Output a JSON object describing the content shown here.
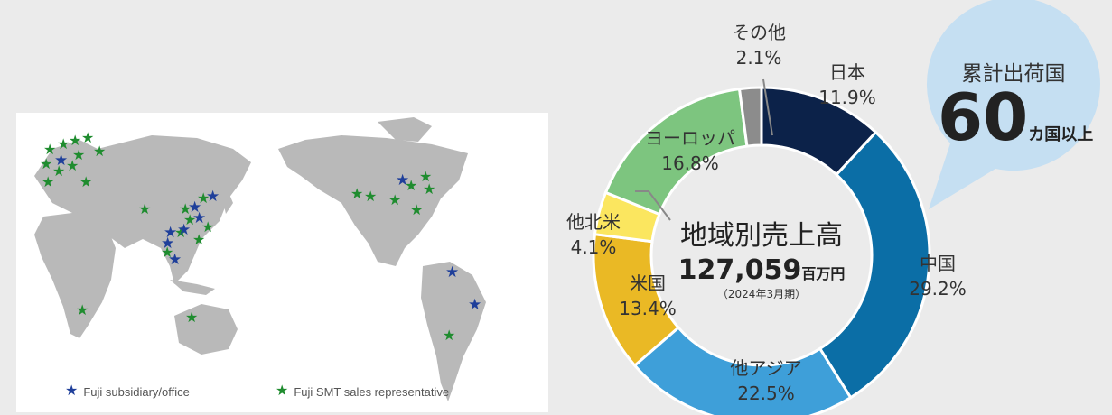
{
  "map": {
    "legend": [
      {
        "label": "Fuji subsidiary/office",
        "color": "#1f3f9a"
      },
      {
        "label": "Fuji SMT sales representative",
        "color": "#1f8c2f"
      }
    ]
  },
  "chart_data": {
    "type": "pie",
    "subtype": "donut",
    "center_title": "地域別売上高",
    "center_total": "127,059",
    "center_unit": "百万円",
    "center_note": "（2024年3月期）",
    "slices": [
      {
        "label": "日本",
        "value": 11.9,
        "value_label": "11.9%",
        "color": "#0c2249"
      },
      {
        "label": "中国",
        "value": 29.2,
        "value_label": "29.2%",
        "color": "#0b6ea6"
      },
      {
        "label": "他アジア",
        "value": 22.5,
        "value_label": "22.5%",
        "color": "#3e9fd9"
      },
      {
        "label": "米国",
        "value": 13.4,
        "value_label": "13.4%",
        "color": "#eab925"
      },
      {
        "label": "他北米",
        "value": 4.1,
        "value_label": "4.1%",
        "color": "#fbe65f"
      },
      {
        "label": "ヨーロッパ",
        "value": 16.8,
        "value_label": "16.8%",
        "color": "#7dc57f"
      },
      {
        "label": "その他",
        "value": 2.1,
        "value_label": "2.1%",
        "color": "#8c8c8c"
      }
    ]
  },
  "bubble": {
    "title": "累計出荷国",
    "count": "60",
    "unit": "カ国以上",
    "color": "#c5dff2"
  }
}
